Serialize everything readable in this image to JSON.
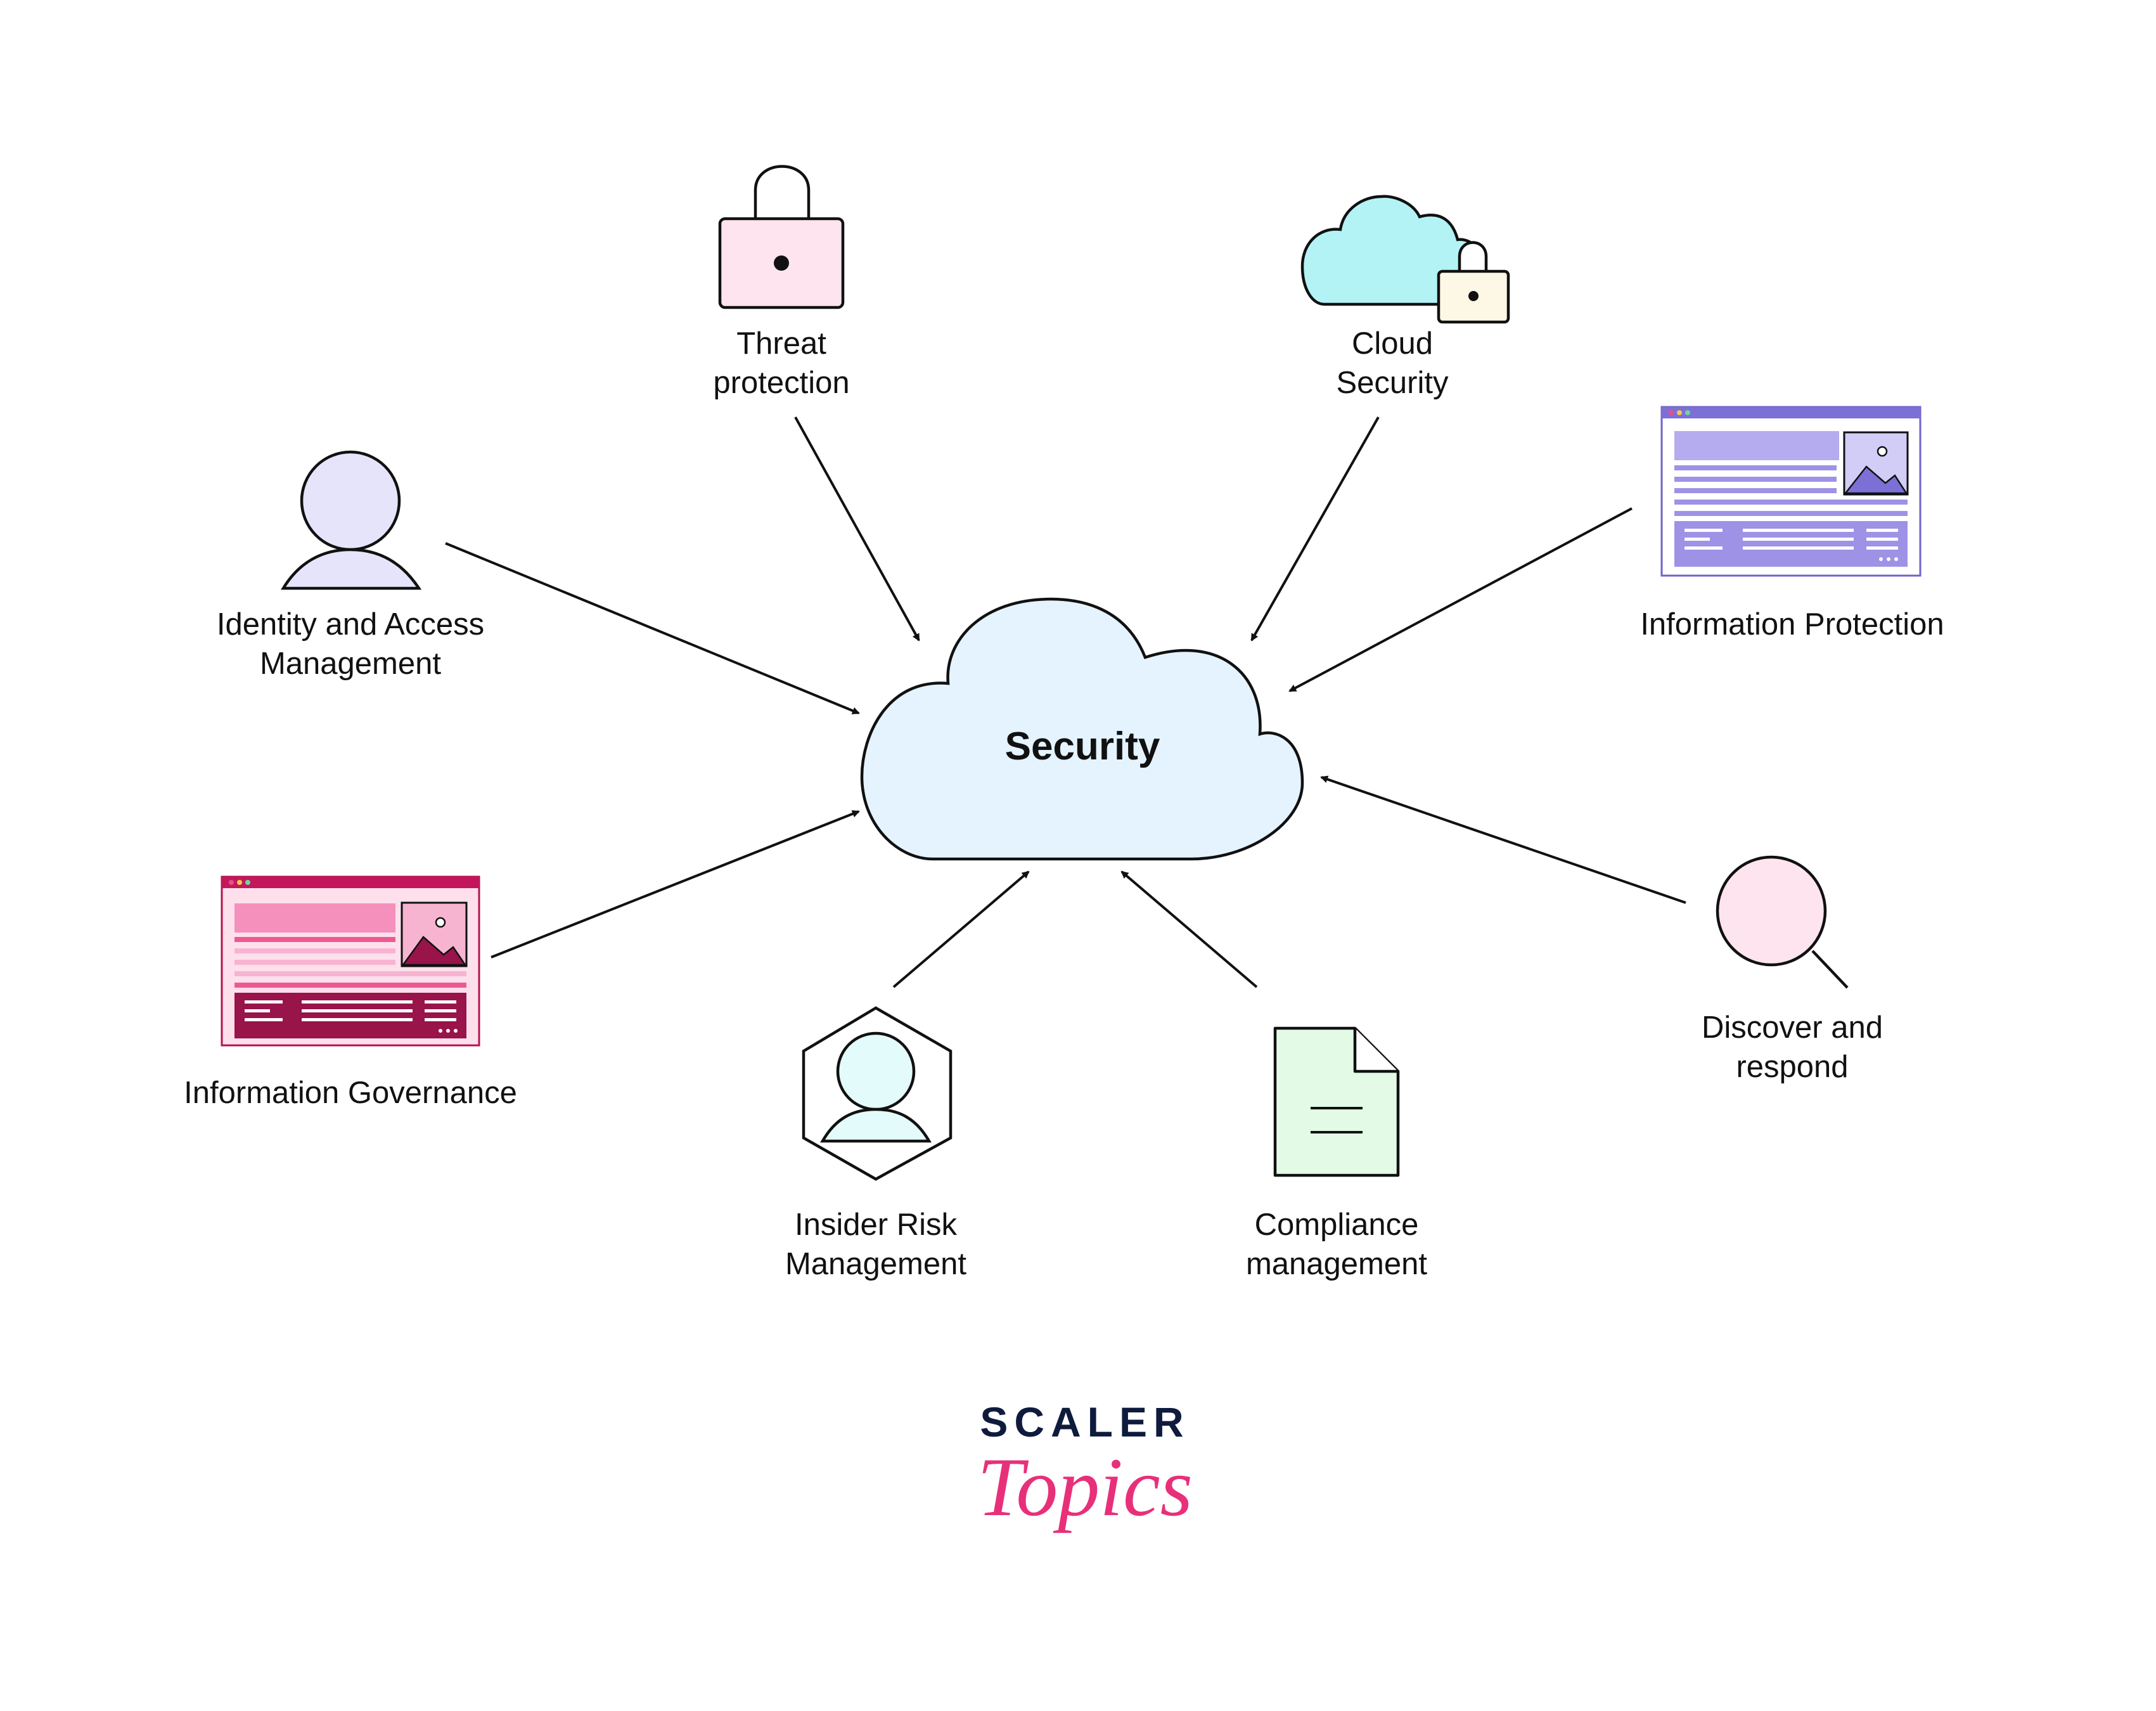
{
  "center": {
    "label": "Security"
  },
  "nodes": {
    "threat": {
      "line1": "Threat",
      "line2": "protection"
    },
    "cloud": {
      "line1": "Cloud",
      "line2": "Security"
    },
    "identity": {
      "line1": "Identity and Access",
      "line2": "Management"
    },
    "info_protection": {
      "line1": "Information Protection"
    },
    "info_governance": {
      "line1": "Information Governance"
    },
    "discover": {
      "line1": "Discover and",
      "line2": "respond"
    },
    "insider": {
      "line1": "Insider Risk",
      "line2": "Management"
    },
    "compliance": {
      "line1": "Compliance",
      "line2": "management"
    }
  },
  "logo": {
    "top": "SCALER",
    "bottom": "Topics"
  },
  "colors": {
    "center_cloud": "#e4f3fd",
    "lock": "#fde4ee",
    "cloud_icon": "#b3f3f5",
    "small_lock": "#fdf7e6",
    "person": "#e5e4fb",
    "protection_window": "#d2cdf7",
    "protection_accent": "#7c6fd6",
    "governance_window": "#fde0ec",
    "governance_accent": "#c2185b",
    "governance_dark": "#98144b",
    "insider_person": "#e3fbfb",
    "document": "#e3fbe6",
    "magnifier": "#fde4ee",
    "logo_navy": "#0f1b3d",
    "logo_pink": "#e8307a"
  },
  "icons": {
    "threat": "padlock-icon",
    "cloud": "cloud-lock-icon",
    "identity": "user-icon",
    "info_protection": "web-page-icon",
    "info_governance": "web-page-icon",
    "discover": "magnifier-icon",
    "insider": "user-hexagon-icon",
    "compliance": "document-icon"
  }
}
